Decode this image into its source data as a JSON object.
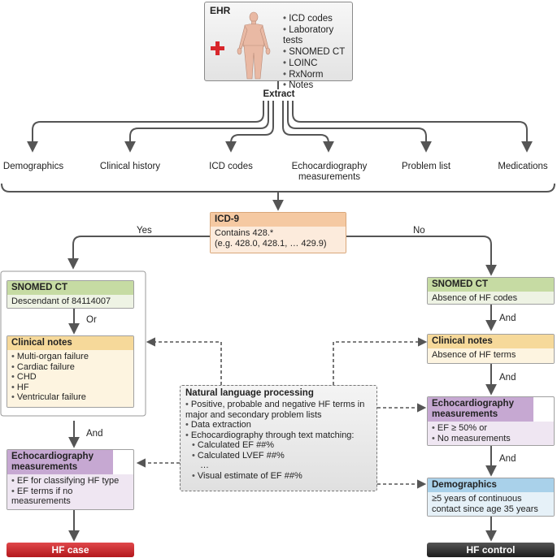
{
  "ehr": {
    "title": "EHR",
    "items": [
      "ICD codes",
      "Laboratory tests",
      "SNOMED CT",
      "LOINC",
      "RxNorm",
      "Notes"
    ]
  },
  "extract_label": "Extract",
  "categories": [
    "Demographics",
    "Clinical history",
    "ICD codes",
    "Echocardiography measurements",
    "Problem list",
    "Medications"
  ],
  "icd9": {
    "title": "ICD-9",
    "line1": "Contains 428.*",
    "line2": "(e.g. 428.0, 428.1, … 429.9)"
  },
  "branch_yes": "Yes",
  "branch_no": "No",
  "left": {
    "snomed_title": "SNOMED CT",
    "snomed_body": "Descendant of 84114007",
    "or_label": "Or",
    "notes_title": "Clinical notes",
    "notes_items": [
      "Multi-organ failure",
      "Cardiac failure",
      "CHD",
      "HF",
      "Ventricular failure"
    ],
    "and_label": "And",
    "echo_title": "Echocardiography measurements",
    "echo_items": [
      "EF for classifying HF type",
      "EF terms if no measurements"
    ],
    "result": "HF case"
  },
  "right": {
    "snomed_title": "SNOMED CT",
    "snomed_body": "Absence of HF codes",
    "and1": "And",
    "notes_title": "Clinical notes",
    "notes_body": "Absence of HF terms",
    "and2": "And",
    "echo_title": "Echocardiography measurements",
    "echo_items": [
      "EF ≥ 50% or",
      "No measurements"
    ],
    "and3": "And",
    "demo_title": "Demographics",
    "demo_body": "≥5 years of continuous contact since age 35 years",
    "result": "HF control"
  },
  "nlp": {
    "title": "Natural language processing",
    "items": [
      "Positive, probable and negative HF terms in major and secondary problem lists",
      "Data extraction",
      "Echocardiography through text matching:"
    ],
    "sub_items": [
      "Calculated EF ##%",
      "Calculated LVEF ##%"
    ],
    "ellipsis": "…",
    "last_item": "Visual estimate of EF ##%"
  }
}
